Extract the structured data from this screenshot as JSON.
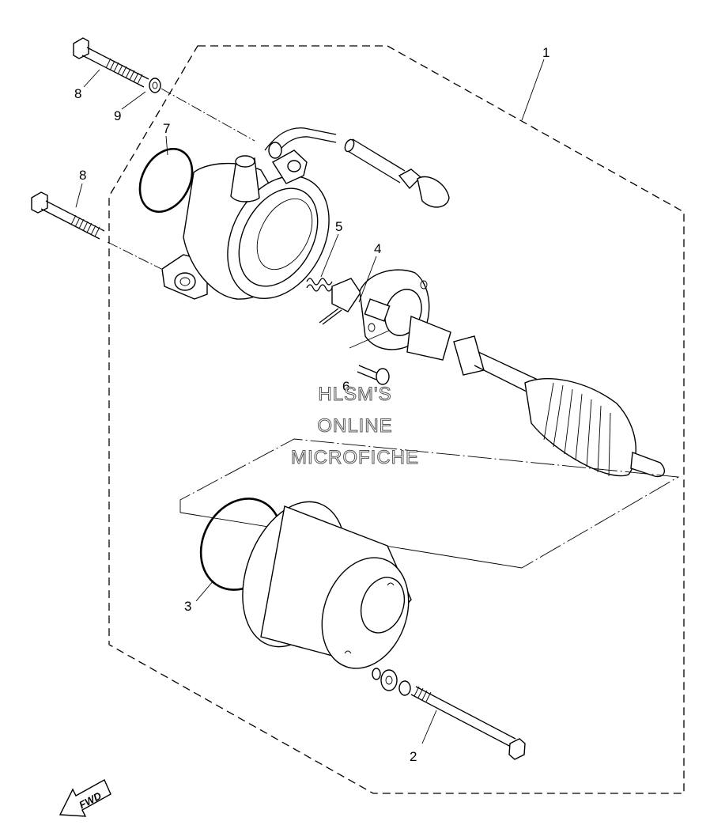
{
  "callouts": [
    {
      "id": "1",
      "label": "1"
    },
    {
      "id": "2",
      "label": "2"
    },
    {
      "id": "3",
      "label": "3"
    },
    {
      "id": "4",
      "label": "4"
    },
    {
      "id": "5",
      "label": "5"
    },
    {
      "id": "6",
      "label": "6"
    },
    {
      "id": "7",
      "label": "7"
    },
    {
      "id": "8a",
      "label": "8"
    },
    {
      "id": "8b",
      "label": "8"
    },
    {
      "id": "9",
      "label": "9"
    }
  ],
  "watermark": {
    "line1": "HLSM'S",
    "line2": "ONLINE",
    "line3": "MICROFICHE"
  },
  "direction_badge": {
    "label": "FWD"
  }
}
